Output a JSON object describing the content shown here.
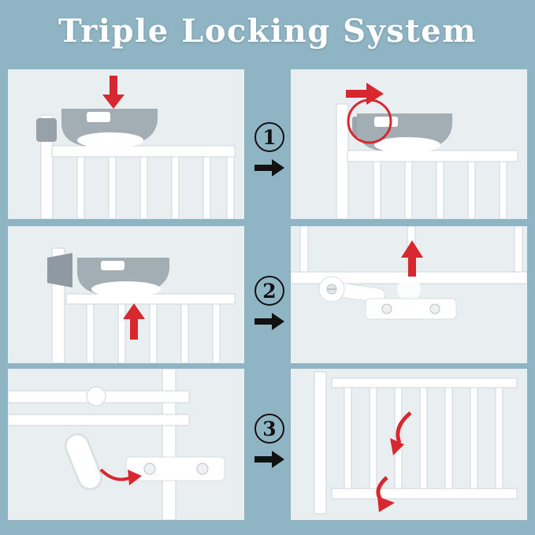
{
  "title": "Triple Locking System",
  "steps": [
    {
      "number": "1"
    },
    {
      "number": "2"
    },
    {
      "number": "3"
    }
  ],
  "colors": {
    "background": "#8fb4c4",
    "panel_background": "#e9eef1",
    "arrow_red": "#d7282f",
    "handle_gray": "#a3adb4",
    "gate_white": "#ffffff",
    "step_marker_black": "#111111"
  }
}
